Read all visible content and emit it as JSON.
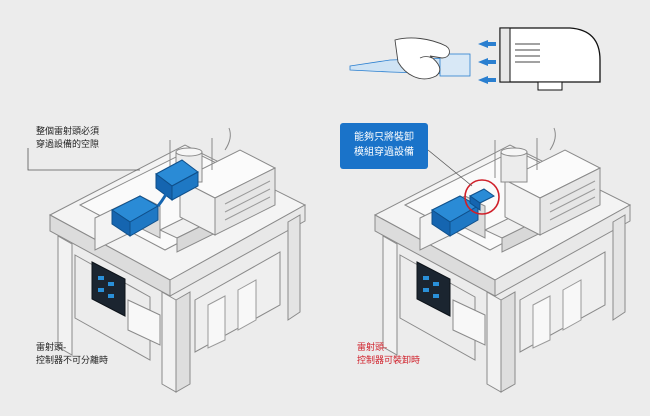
{
  "labels": {
    "left_top": "整個雷射頭必須\n穿過設備的空隙",
    "left_bottom": "雷射頭-\n控制器不可分離時",
    "right_callout": "能夠只將裝卸\n模組穿過設備",
    "right_bottom": "雷射頭-\n控制器可裝卸時"
  },
  "colors": {
    "background": "#ececec",
    "accent_blue": "#1a73c9",
    "highlight_red": "#d0202a",
    "machine_fill": "#f6f6f6",
    "machine_stroke": "#8a8a8a",
    "dark_cabinet": "#1b2530"
  }
}
